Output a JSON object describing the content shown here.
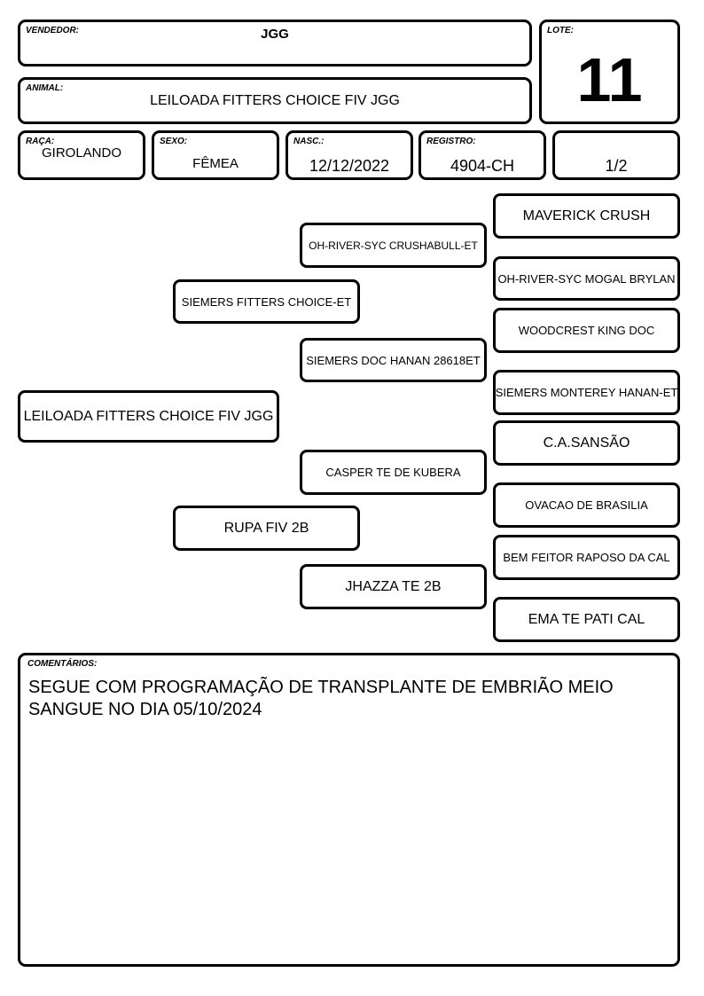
{
  "header": {
    "vendedor_label": "VENDEDOR:",
    "vendedor": "JGG",
    "lote_label": "LOTE:",
    "lote": "11",
    "animal_label": "ANIMAL:",
    "animal": "LEILOADA FITTERS CHOICE FIV JGG"
  },
  "info": {
    "raca_label": "RAÇA:",
    "raca": "GIROLANDO",
    "sexo_label": "SEXO:",
    "sexo": "FÊMEA",
    "nasc_label": "NASC.:",
    "nasc": "12/12/2022",
    "registro_label": "REGISTRO:",
    "registro": "4904-CH",
    "fraction": "1/2"
  },
  "pedigree": {
    "animal": "LEILOADA FITTERS CHOICE FIV JGG",
    "sire": "SIEMERS FITTERS CHOICE-ET",
    "dam": "RUPA FIV 2B",
    "sire_sire": "OH-RIVER-SYC CRUSHABULL-ET",
    "sire_dam": "SIEMERS DOC HANAN 28618ET",
    "dam_sire": "CASPER TE DE KUBERA",
    "dam_dam": "JHAZZA TE 2B",
    "ss_sire": "MAVERICK CRUSH",
    "ss_dam": "OH-RIVER-SYC MOGAL BRYLAN",
    "sd_sire": "WOODCREST KING DOC",
    "sd_dam": "SIEMERS MONTEREY HANAN-ET",
    "ds_sire": "C.A.SANSÃO",
    "ds_dam": "OVACAO DE BRASILIA",
    "dd_sire": "BEM FEITOR RAPOSO DA CAL",
    "dd_dam": "EMA TE PATI CAL"
  },
  "comments": {
    "label": "COMENTÁRIOS:",
    "text": "SEGUE COM PROGRAMAÇÃO DE TRANSPLANTE DE EMBRIÃO MEIO SANGUE NO DIA 05/10/2024"
  }
}
